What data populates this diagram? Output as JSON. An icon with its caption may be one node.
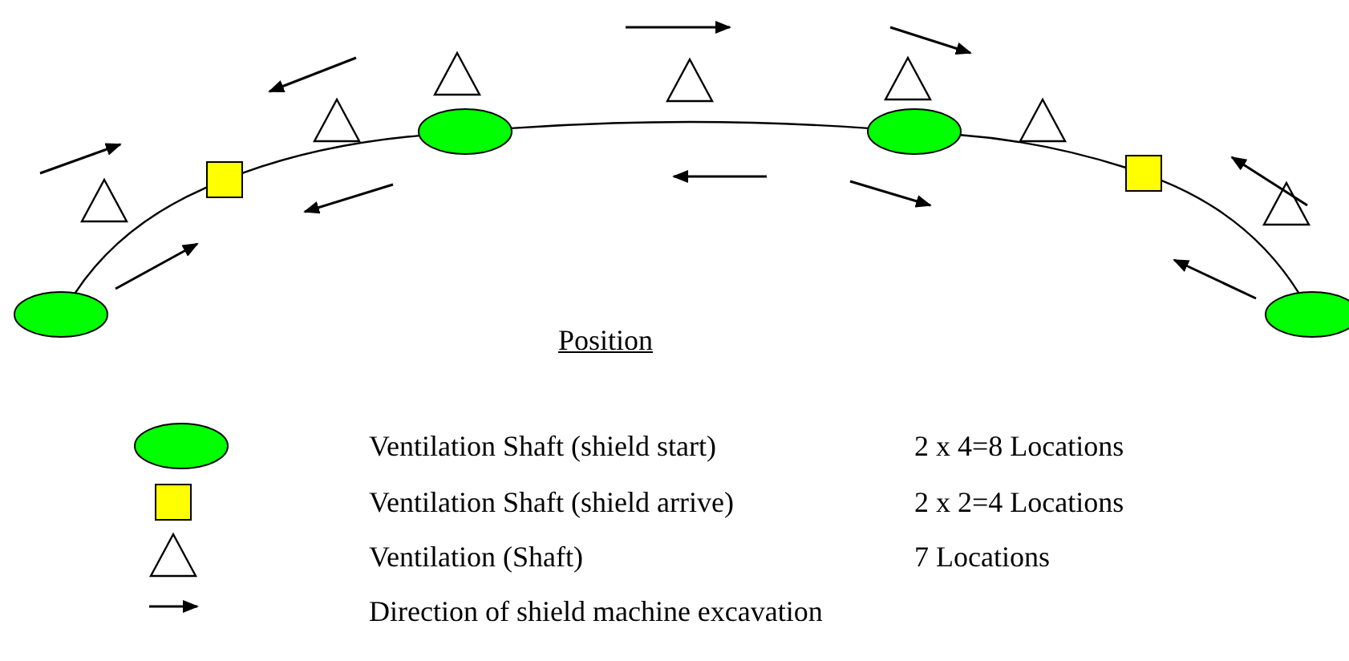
{
  "diagram": {
    "nodes": [
      {
        "text": [],
        "shape": "ellipse"
      },
      {
        "text": [],
        "shape": "box"
      },
      {
        "text": [],
        "shape": "ellipse"
      },
      {
        "text": [],
        "shape": "ellipse"
      },
      {
        "text": [],
        "shape": "box"
      },
      {
        "text": [],
        "shape": "ellipse"
      }
    ],
    "edges": [
      {
        "from": 0,
        "to": 1,
        "arrow": "none"
      },
      {
        "from": 1,
        "to": 2,
        "arrow": "none"
      },
      {
        "from": 2,
        "to": 3,
        "arrow": "none"
      },
      {
        "from": 3,
        "to": 4,
        "arrow": "none"
      },
      {
        "from": 4,
        "to": 5,
        "arrow": "none"
      }
    ],
    "labels": [
      "Position",
      "2 x 4=8 Locations",
      "2 x 2=4 Locations",
      "7 Locations"
    ],
    "legend": [
      {
        "text": "Ventilation Shaft (shield start)"
      },
      {
        "text": "Ventilation Shaft (shield arrive)"
      },
      {
        "text": "Ventilation (Shaft)"
      },
      {
        "text": "Direction of shield machine excavation"
      }
    ]
  }
}
